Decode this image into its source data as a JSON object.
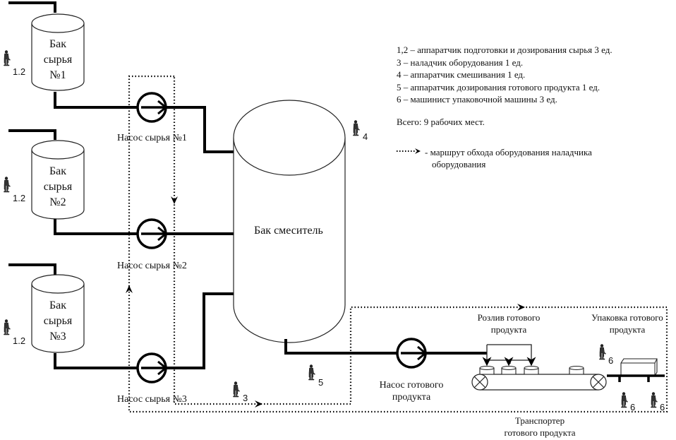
{
  "tanks": [
    {
      "line1": "Бак",
      "line2": "сырья",
      "line3": "№1"
    },
    {
      "line1": "Бак",
      "line2": "сырья",
      "line3": "№2"
    },
    {
      "line1": "Бак",
      "line2": "сырья",
      "line3": "№3"
    }
  ],
  "pumps": {
    "raw1": "Насос сырья №1",
    "raw2": "Насос сырья №2",
    "raw3": "Насос сырья №3",
    "product_line1": "Насос готового",
    "product_line2": "продукта"
  },
  "mixer": {
    "label": "Бак смеситель"
  },
  "filling": {
    "line1": "Розлив готового",
    "line2": "продукта"
  },
  "packing": {
    "line1": "Упаковка готового",
    "line2": "продукта"
  },
  "conveyor": {
    "line1": "Транспортер",
    "line2": "готового продукта"
  },
  "workers": {
    "w12a": "1.2",
    "w12b": "1.2",
    "w12c": "1.2",
    "w3": "3",
    "w4": "4",
    "w5": "5",
    "w6a": "6",
    "w6b": "6",
    "w6c": "6"
  },
  "legend": {
    "items": [
      "1,2 – аппаратчик подготовки и дозирования сырья 3 ед.",
      "3 – наладчик оборудования 1 ед.",
      "4 – аппаратчик смешивания 1 ед.",
      "5 – аппаратчик дозирования готового продукта 1 ед.",
      "6 – машинист упаковочной машины 3 ед."
    ],
    "total": "Всего: 9 рабочих мест.",
    "route_line1": "- маршрут обхода оборудования наладчика",
    "route_line2": "оборудования"
  },
  "colors": {
    "line": "#000000",
    "background": "#ffffff"
  }
}
